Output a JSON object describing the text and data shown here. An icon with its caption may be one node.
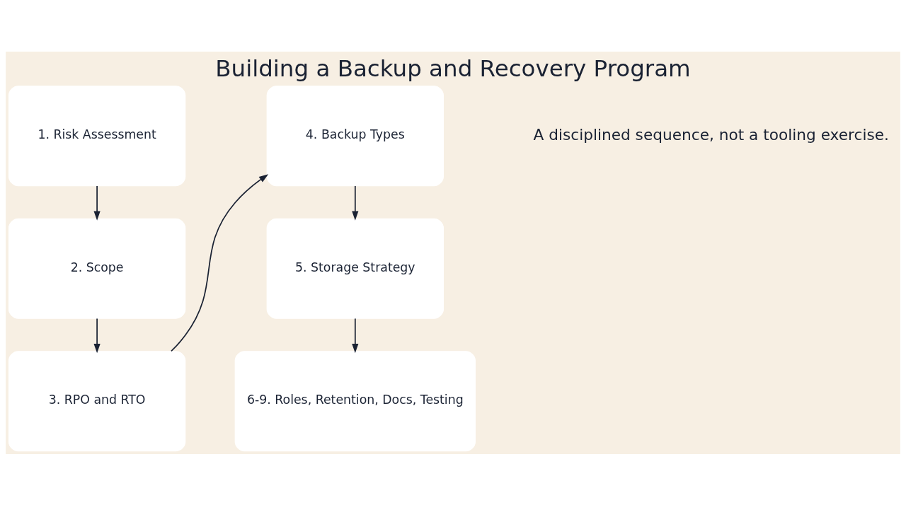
{
  "diagram": {
    "title": "Building a Backup and Recovery Program",
    "caption": "A disciplined sequence, not a tooling exercise.",
    "nodes": [
      {
        "text": [
          "1. Risk Assessment"
        ]
      },
      {
        "text": [
          "2. Scope"
        ]
      },
      {
        "text": [
          "3. RPO and RTO"
        ]
      },
      {
        "text": [
          "4. Backup Types"
        ]
      },
      {
        "text": [
          "5. Storage Strategy"
        ]
      },
      {
        "text": [
          "6-9. Roles, Retention, Docs, Testing"
        ]
      }
    ],
    "edges": [
      {
        "from": 0,
        "to": 1,
        "arrow": "to"
      },
      {
        "from": 1,
        "to": 2,
        "arrow": "to"
      },
      {
        "from": 2,
        "to": 3,
        "arrow": "to"
      },
      {
        "from": 3,
        "to": 4,
        "arrow": "to"
      },
      {
        "from": 4,
        "to": 5,
        "arrow": "to"
      }
    ]
  }
}
